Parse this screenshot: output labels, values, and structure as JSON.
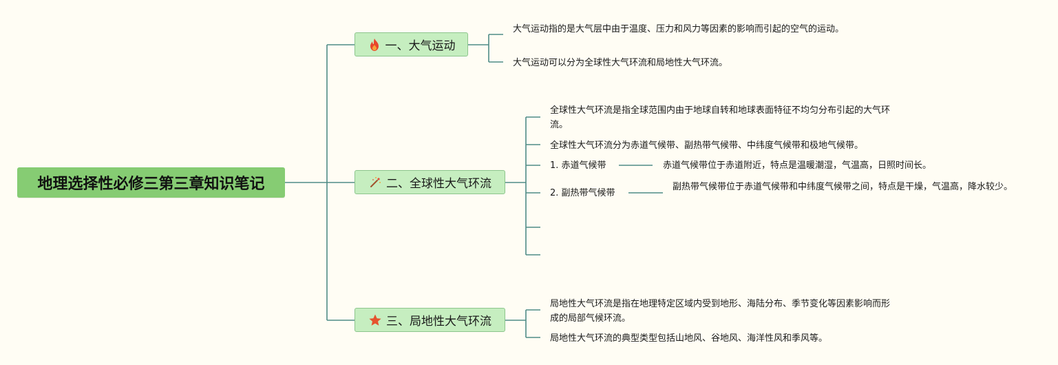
{
  "root": {
    "title": "地理选择性必修三第三章知识笔记"
  },
  "colors": {
    "line": "#4f8b86",
    "root_bg": "#86cc73",
    "topic_bg": "#c6eec0",
    "topic_border": "#8cc58c",
    "background": "#fffdf4"
  },
  "topics": [
    {
      "label": "一、大气运动",
      "icon": "fire-icon",
      "notes": [
        "大气运动指的是大气层中由于温度、压力和风力等因素的影响而引起的空气的运动。",
        "大气运动可以分为全球性大气环流和局地性大气环流。"
      ]
    },
    {
      "label": "二、全球性大气环流",
      "icon": "magic-wand-icon",
      "notes": [
        "全球性大气环流是指全球范围内由于地球自转和地球表面特征不均匀分布引起的大气环流。",
        "全球性大气环流分为赤道气候带、副热带气候带、中纬度气候带和极地气候带。"
      ],
      "subtopics": [
        {
          "label": "1. 赤道气候带",
          "detail": "赤道气候带位于赤道附近，特点是温暖潮湿，气温高，日照时间长。"
        },
        {
          "label": "2. 副热带气候带",
          "detail": "副热带气候带位于赤道气候带和中纬度气候带之间，特点是干燥，气温高，降水较少。"
        }
      ]
    },
    {
      "label": "三、局地性大气环流",
      "icon": "star-icon",
      "notes": [
        "局地性大气环流是指在地理特定区域内受到地形、海陆分布、季节变化等因素影响而形成的局部气候环流。",
        "局地性大气环流的典型类型包括山地风、谷地风、海洋性风和季风等。"
      ]
    }
  ]
}
